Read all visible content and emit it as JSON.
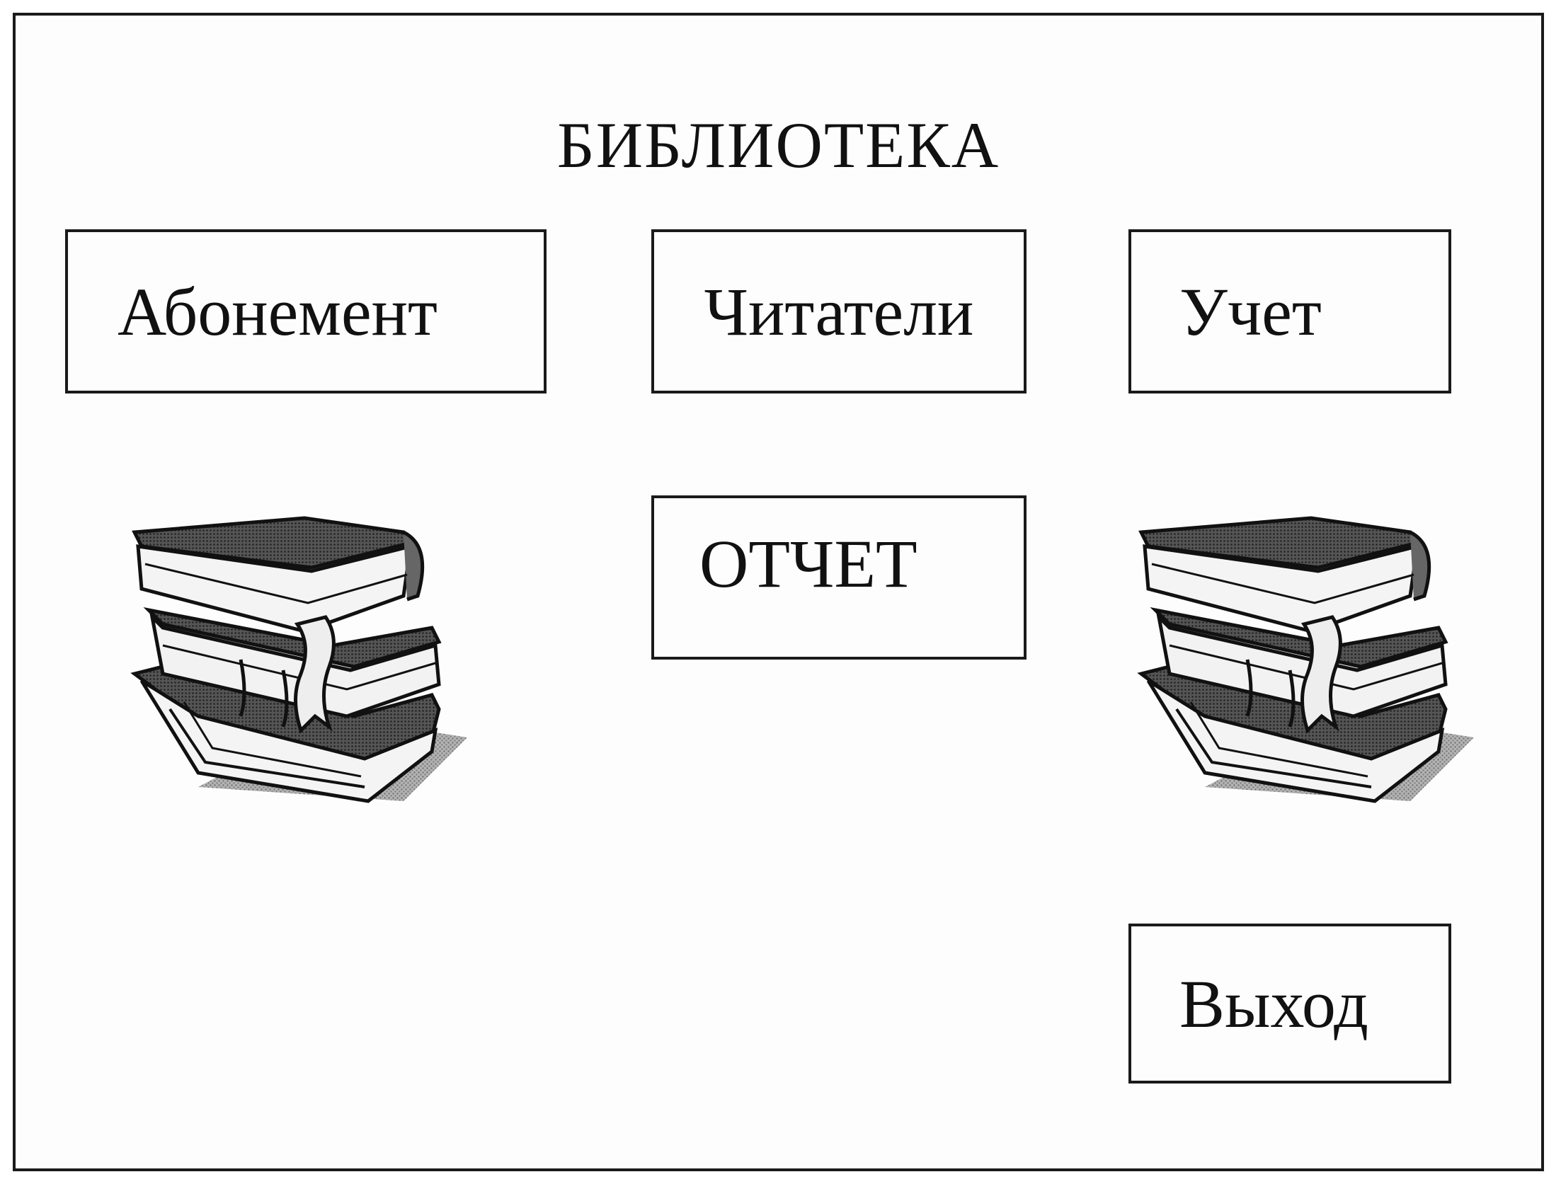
{
  "window": {
    "title": "БИБЛИОТЕКА"
  },
  "menu": {
    "subscription_label": "Абонемент",
    "readers_label": "Читатели",
    "accounting_label": "Учет",
    "report_label": "ОТЧЕТ",
    "exit_label": "Выход"
  },
  "decor": {
    "left_icon": "book-stack-icon",
    "right_icon": "book-stack-icon"
  },
  "colors": {
    "border": "#1a1a1a",
    "background": "#fdfdfd",
    "text": "#111111"
  }
}
